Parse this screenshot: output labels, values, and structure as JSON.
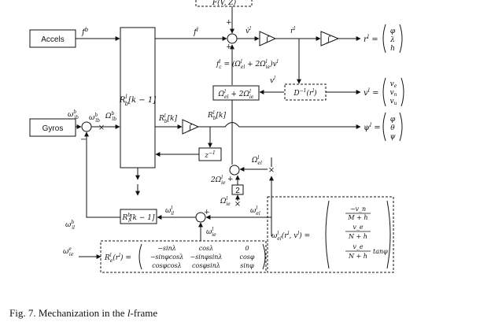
{
  "caption": {
    "prefix": "Fig. 7. Mechanization in the ",
    "frame": "l",
    "suffix": "-frame"
  },
  "blocks": {
    "accels": "Accels",
    "gyros": "Gyros",
    "rotation_k1": "R_b^l[k − 1]",
    "rotation_k": "R_b^l[k]",
    "delay": "z^{−1}",
    "gain_two": "2",
    "coriolis": "Ω_el^l + 2Ω_ie^l",
    "dinv": "D^{−1}(r^l)",
    "rlb": "R_l^b[k − 1]",
    "integrator": "∫"
  },
  "signals": {
    "f_b": "f^b",
    "f_l": "f^l",
    "omega_ib_b": "ω_ib^b",
    "omega_lb_b": "ω_lb^b",
    "Omega_lb_b": "Ω_lb^b",
    "omega_il_b": "ω_il^b",
    "omega_il_l": "ω_il^l",
    "omega_ie_l": "ω_ie^l",
    "omega_ie_e": "ω_ie^e",
    "omega_el_l": "ω_el^l",
    "Omega_el_l": "Ω_el^l",
    "Omega_ie_l": "Ω_ie^l",
    "two_Omega_ie_l": "2Ω_ie^l",
    "v_dot": "v̇^l",
    "v_l": "v^l",
    "r_dot": "ṙ^l",
    "minus": "−",
    "plus": "+"
  },
  "equations": {
    "coriolis_force": "f_c^l = (Ω_el^l + 2Ω_ie^l)v^l",
    "position": "r^l = (φ, λ, h)",
    "velocity": "v^l = (v_e, v_n, v_u)",
    "attitude": "ψ^l = (φ, θ, ψ)",
    "rle": "R_e^l(r^l) = (−sinλ, cosλ, 0; −sinφcosλ, −sinφsinλ, cosφ; cosφcosλ, cosφsinλ, sinφ)",
    "omega_el_expr": "ω_el^l(r^l, v^l) = (−v_n/(M+h), v_e/(N+h), v_e/(N+h) tanφ)"
  },
  "vectors": {
    "position": [
      "φ",
      "λ",
      "h"
    ],
    "velocity": [
      "v_e",
      "v_n",
      "v_u"
    ],
    "attitude": [
      "φ",
      "θ",
      "ψ"
    ]
  },
  "matrix_rle": [
    [
      "−sinλ",
      "cosλ",
      "0"
    ],
    [
      "−sinφcosλ",
      "−sinφsinλ",
      "cosφ"
    ],
    [
      "cosφcosλ",
      "cosφsinλ",
      "sinφ"
    ]
  ],
  "vector_omega_el": [
    {
      "num": "−v_n",
      "den": "M + h"
    },
    {
      "num": "v_e",
      "den": "N + h"
    },
    {
      "num": "v_e",
      "den": "N + h",
      "suffix": "tanφ"
    }
  ]
}
